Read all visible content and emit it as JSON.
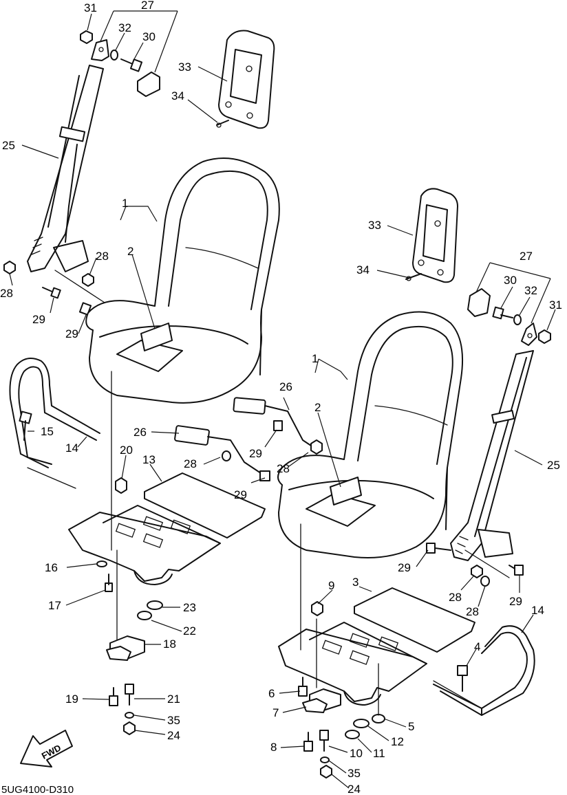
{
  "diagram_code": "5UG4100-D310",
  "fwd_label": "FWD",
  "callouts": {
    "c31a": "31",
    "c27a": "27",
    "c32a": "32",
    "c30a": "30",
    "c33a": "33",
    "c34a": "34",
    "c25a": "25",
    "c1a": "1",
    "c2a": "2",
    "c28a": "28",
    "c28b": "28",
    "c29a": "29",
    "c29b": "29",
    "c15": "15",
    "c14a": "14",
    "c26a": "26",
    "c26b": "26",
    "c20": "20",
    "c13": "13",
    "c28c": "28",
    "c29c": "29",
    "c29d": "29",
    "c28d": "28",
    "c16": "16",
    "c17": "17",
    "c23": "23",
    "c22": "22",
    "c18": "18",
    "c19": "19",
    "c21": "21",
    "c35a": "35",
    "c24a": "24",
    "c33b": "33",
    "c34b": "34",
    "c27b": "27",
    "c30b": "30",
    "c32b": "32",
    "c31b": "31",
    "c1b": "1",
    "c2b": "2",
    "c25b": "25",
    "c29e": "29",
    "c28e": "28",
    "c28f": "28",
    "c29f": "29",
    "c14b": "14",
    "c3": "3",
    "c9": "9",
    "c4": "4",
    "c6": "6",
    "c7": "7",
    "c5": "5",
    "c12": "12",
    "c8": "8",
    "c10": "10",
    "c11": "11",
    "c35b": "35",
    "c24b": "24"
  }
}
